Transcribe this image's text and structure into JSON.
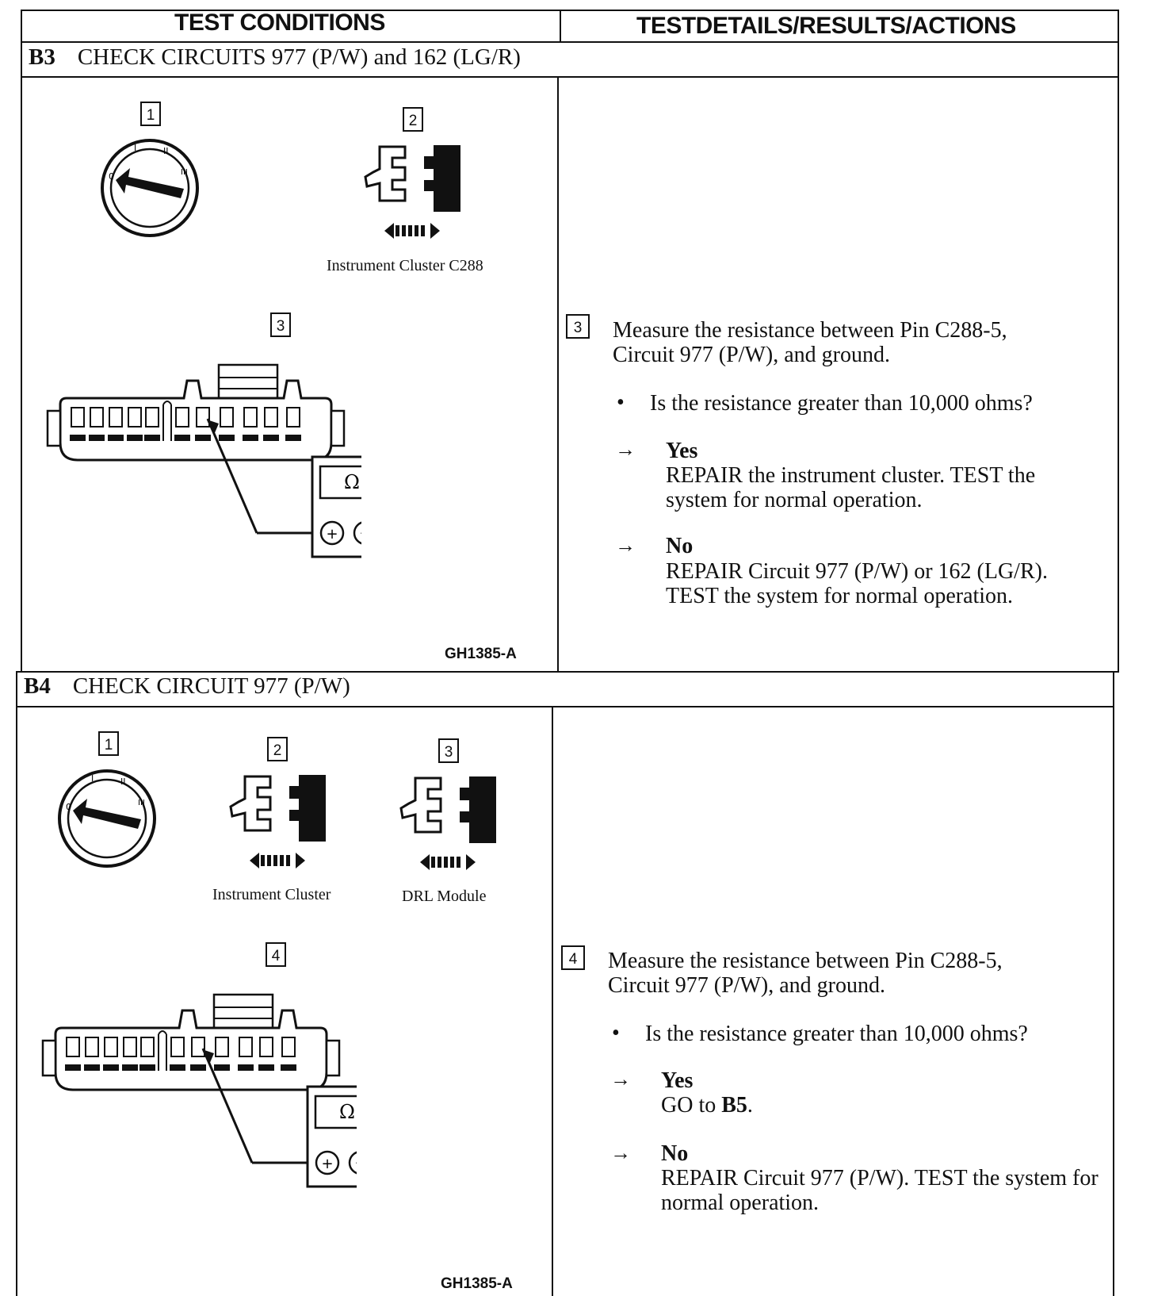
{
  "header": {
    "left": "TEST CONDITIONS",
    "right": "TESTDETAILS/RESULTS/ACTIONS"
  },
  "b3": {
    "id": "B3",
    "title": "CHECK CIRCUITS 977 (P/W) and 162 (LG/R)",
    "steps": [
      "1",
      "2",
      "3"
    ],
    "connector_label": "Instrument Cluster C288",
    "meter_symbol": "Ω",
    "plus": "+",
    "minus": "−",
    "figure_code": "GH1385-A",
    "step_num": "3",
    "instruction": "Measure the resistance between Pin C288-5, Circuit 977 (P/W), and ground.",
    "question": "Is the resistance greater than 10,000 ohms?",
    "yes_label": "Yes",
    "yes_action": "REPAIR the instrument cluster. TEST the system for normal operation.",
    "no_label": "No",
    "no_action": "REPAIR Circuit 977 (P/W) or 162 (LG/R). TEST the system for normal operation."
  },
  "b4": {
    "id": "B4",
    "title": "CHECK CIRCUIT 977 (P/W)",
    "steps": [
      "1",
      "2",
      "3",
      "4"
    ],
    "connector_label_a": "Instrument Cluster",
    "connector_label_b": "DRL Module",
    "meter_symbol": "Ω",
    "plus": "+",
    "minus": "−",
    "figure_code": "GH1385-A",
    "step_num": "4",
    "instruction": "Measure the resistance between Pin C288-5, Circuit 977 (P/W), and ground.",
    "question": "Is the resistance greater than 10,000 ohms?",
    "yes_label": "Yes",
    "yes_action_prefix": "GO to ",
    "yes_action_target": "B5",
    "yes_action_suffix": ".",
    "no_label": "No",
    "no_action": "REPAIR Circuit 977 (P/W). TEST the system for normal operation."
  },
  "symbols": {
    "arrow": "→",
    "bullet": "•",
    "ignition_marks": [
      "0",
      "I",
      "II",
      "III"
    ]
  }
}
